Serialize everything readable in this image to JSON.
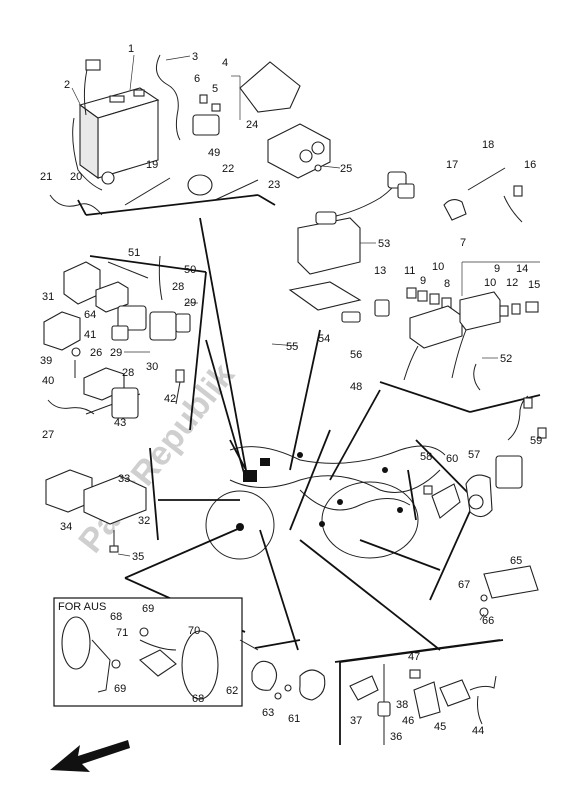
{
  "labels": {
    "p1": "1",
    "p2": "2",
    "p3": "3",
    "p4": "4",
    "p5": "5",
    "p6": "6",
    "p7": "7",
    "p9a": "9",
    "p9b": "9",
    "p10a": "10",
    "p10b": "10",
    "p11": "11",
    "p12": "12",
    "p13": "13",
    "p14": "14",
    "p15": "15",
    "p16": "16",
    "p17": "17",
    "p18": "18",
    "p19": "19",
    "p20": "20",
    "p21": "21",
    "p22": "22",
    "p23": "23",
    "p24": "24",
    "p25": "25",
    "p26": "26",
    "p27": "27",
    "p28a": "28",
    "p28b": "28",
    "p29a": "29",
    "p29b": "29",
    "p30": "30",
    "p31": "31",
    "p32": "32",
    "p33": "33",
    "p34": "34",
    "p35": "35",
    "p36": "36",
    "p37": "37",
    "p38": "38",
    "p39": "39",
    "p40": "40",
    "p41": "41",
    "p42": "42",
    "p43": "43",
    "p44": "44",
    "p45": "45",
    "p46": "46",
    "p47": "47",
    "p48": "48",
    "p49": "49",
    "p50": "50",
    "p51": "51",
    "p52": "52",
    "p53": "53",
    "p54": "54",
    "p55": "55",
    "p56": "56",
    "p57": "57",
    "p58": "58",
    "p59": "59",
    "p60": "60",
    "p61": "61",
    "p62": "62",
    "p63": "63",
    "p64": "64",
    "p65": "65",
    "p66": "66",
    "p67": "67",
    "p68a": "68",
    "p68b": "68",
    "p69a": "69",
    "p69b": "69",
    "p70": "70",
    "p71": "71",
    "p8": "8"
  },
  "inset_title": "FOR AUS",
  "watermark": "PartsRepublik",
  "icons": {
    "direction": "arrow-left-down-icon"
  }
}
